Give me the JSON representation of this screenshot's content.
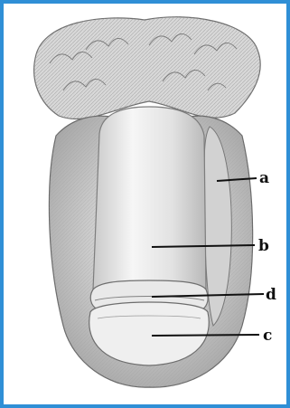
{
  "figure": {
    "frame_color": "#2f8fd6",
    "labels": [
      {
        "id": "a",
        "text": "a"
      },
      {
        "id": "b",
        "text": "b"
      },
      {
        "id": "d",
        "text": "d"
      },
      {
        "id": "c",
        "text": "c"
      }
    ]
  }
}
